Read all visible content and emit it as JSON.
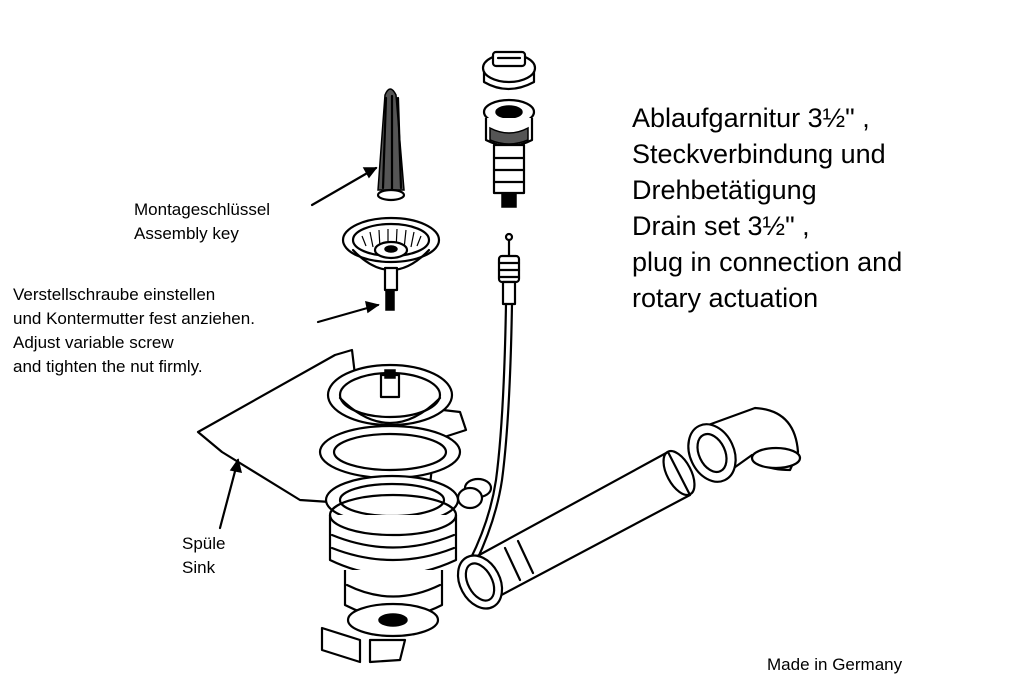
{
  "labels": {
    "assembly_key_de": "Montageschlüssel",
    "assembly_key_en": "Assembly key",
    "screw_de_1": "Verstellschraube einstellen",
    "screw_de_2": "und Kontermutter fest anziehen.",
    "screw_en_1": "Adjust variable screw",
    "screw_en_2": "and tighten the nut firmly.",
    "sink_de": "Spüle",
    "sink_en": "Sink"
  },
  "title": {
    "line1": "Ablaufgarnitur 3½\" ,",
    "line2": "Steckverbindung und",
    "line3": "Drehbetätigung",
    "line4": "Drain set 3½\" ,",
    "line5": "plug in connection and",
    "line6": "rotary actuation"
  },
  "footer": {
    "origin": "Made in Germany"
  }
}
